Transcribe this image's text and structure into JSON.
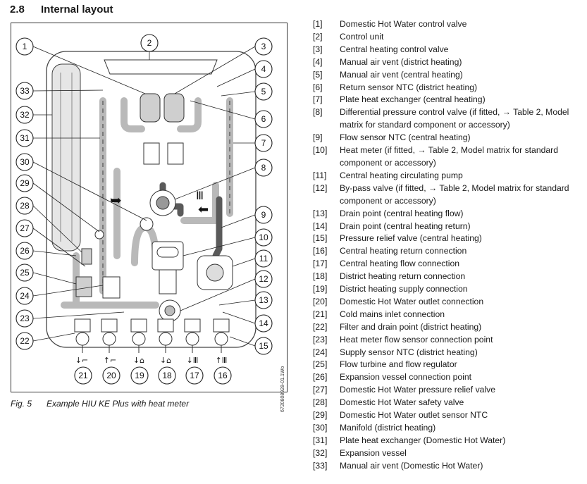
{
  "section": {
    "number": "2.8",
    "title": "Internal layout"
  },
  "figure": {
    "caption_label": "Fig. 5",
    "caption_text": "Example HIU KE Plus with heat meter",
    "code": "6720808928-01.1Wo",
    "callout_labels": [
      "1",
      "2",
      "3",
      "4",
      "5",
      "6",
      "7",
      "8",
      "9",
      "10",
      "11",
      "12",
      "13",
      "14",
      "15",
      "16",
      "17",
      "18",
      "19",
      "20",
      "21",
      "22",
      "23",
      "24",
      "25",
      "26",
      "27",
      "28",
      "29",
      "30",
      "31",
      "32",
      "33"
    ]
  },
  "legend": [
    {
      "num": "[1]",
      "text": "Domestic Hot Water control valve"
    },
    {
      "num": "[2]",
      "text": "Control unit"
    },
    {
      "num": "[3]",
      "text": "Central heating control valve"
    },
    {
      "num": "[4]",
      "text": "Manual air vent (district heating)"
    },
    {
      "num": "[5]",
      "text": "Manual air vent (central heating)"
    },
    {
      "num": "[6]",
      "text": "Return sensor NTC (district heating)"
    },
    {
      "num": "[7]",
      "text": "Plate heat exchanger (central heating)"
    },
    {
      "num": "[8]",
      "text": "Differential pressure control valve (if fitted, → Table 2, Model matrix for standard component or accessory)"
    },
    {
      "num": "[9]",
      "text": "Flow sensor NTC (central heating)"
    },
    {
      "num": "[10]",
      "text": "Heat meter (if fitted, → Table 2, Model matrix for standard component or accessory)"
    },
    {
      "num": "[11]",
      "text": "Central heating circulating pump"
    },
    {
      "num": "[12]",
      "text": "By-pass valve (if fitted, → Table 2, Model matrix for standard component or accessory)"
    },
    {
      "num": "[13]",
      "text": "Drain point (central heating flow)"
    },
    {
      "num": "[14]",
      "text": "Drain point (central heating return)"
    },
    {
      "num": "[15]",
      "text": "Pressure relief valve (central heating)"
    },
    {
      "num": "[16]",
      "text": "Central heating return connection"
    },
    {
      "num": "[17]",
      "text": "Central heating flow connection"
    },
    {
      "num": "[18]",
      "text": "District heating return connection"
    },
    {
      "num": "[19]",
      "text": "District heating supply connection"
    },
    {
      "num": "[20]",
      "text": "Domestic Hot Water outlet connection"
    },
    {
      "num": "[21]",
      "text": "Cold mains inlet connection"
    },
    {
      "num": "[22]",
      "text": "Filter and drain point (district heating)"
    },
    {
      "num": "[23]",
      "text": "Heat meter flow sensor connection point"
    },
    {
      "num": "[24]",
      "text": "Supply sensor NTC (district heating)"
    },
    {
      "num": "[25]",
      "text": "Flow turbine and flow regulator"
    },
    {
      "num": "[26]",
      "text": "Expansion vessel connection point"
    },
    {
      "num": "[27]",
      "text": "Domestic Hot Water pressure relief valve"
    },
    {
      "num": "[28]",
      "text": "Domestic Hot Water safety valve"
    },
    {
      "num": "[29]",
      "text": "Domestic Hot Water outlet sensor NTC"
    },
    {
      "num": "[30]",
      "text": "Manifold (district heating)"
    },
    {
      "num": "[31]",
      "text": "Plate heat exchanger (Domestic Hot Water)"
    },
    {
      "num": "[32]",
      "text": "Expansion vessel"
    },
    {
      "num": "[33]",
      "text": "Manual air vent (Domestic Hot Water)"
    }
  ]
}
